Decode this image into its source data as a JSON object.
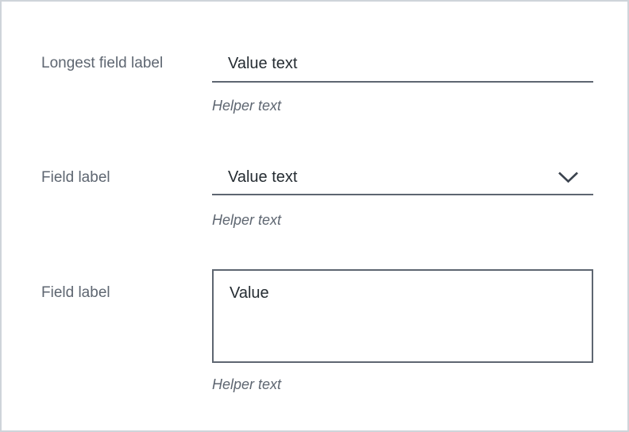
{
  "page": {
    "background": "#ffffff",
    "frame_border_color": "#cfd4da"
  },
  "colors": {
    "label_text": "#5e6671",
    "helper_text": "#5e6671",
    "value_text": "#252c32",
    "field_line": "#5e6671",
    "textarea_border": "#5e6671",
    "chevron": "#3b434e"
  },
  "icons": {
    "select_indicator": "chevron-down-icon"
  },
  "form": {
    "fields": [
      {
        "type": "text",
        "label": "Longest field label",
        "value": "Value text",
        "helper": "Helper text"
      },
      {
        "type": "select",
        "label": "Field label",
        "value": "Value text",
        "helper": "Helper text"
      },
      {
        "type": "textarea",
        "label": "Field label",
        "value": "Value",
        "helper": "Helper text"
      }
    ]
  }
}
